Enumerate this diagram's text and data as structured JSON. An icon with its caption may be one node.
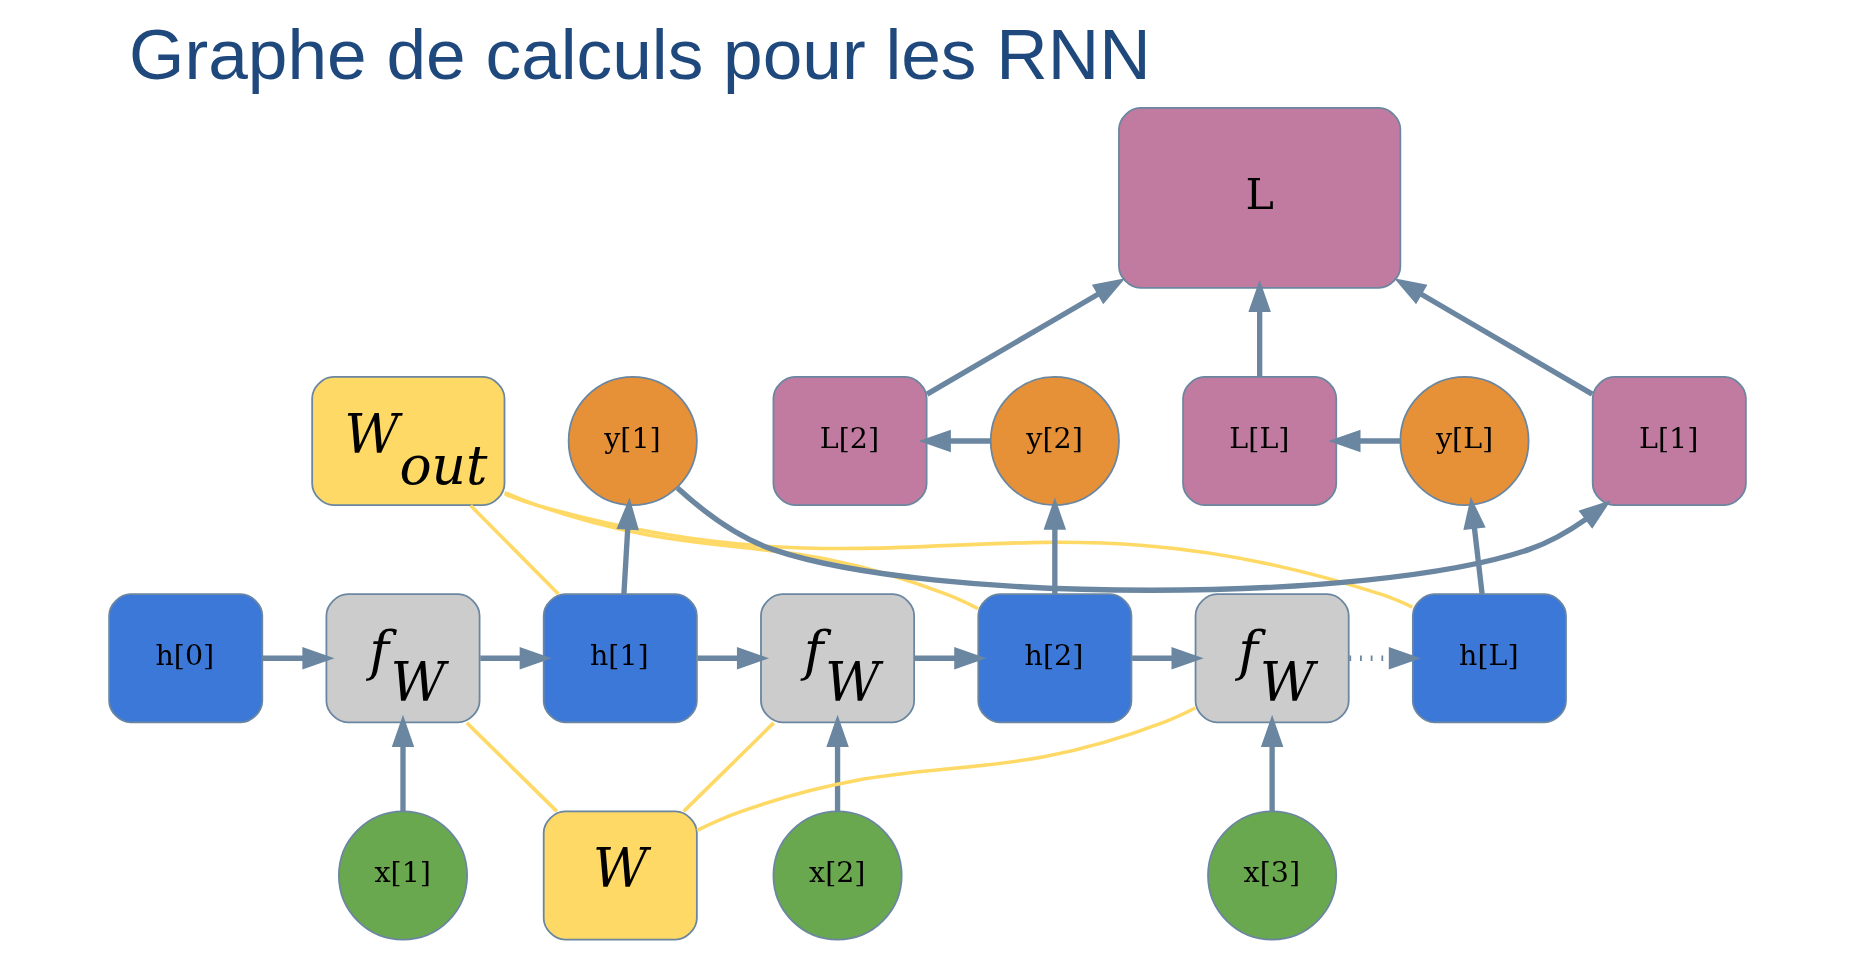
{
  "diagram": {
    "title": "Graphe de calculs pour les RNN",
    "nodes": [
      {
        "text": [
          "L"
        ]
      },
      {
        "text": [
          "W$_{out}$"
        ]
      },
      {
        "text": [
          "y[1]"
        ]
      },
      {
        "text": [
          "L[1]"
        ]
      },
      {
        "text": [
          "y[2]"
        ]
      },
      {
        "text": [
          "L[2]"
        ]
      },
      {
        "text": [
          "y[L]"
        ]
      },
      {
        "text": [
          "L[L]"
        ]
      },
      {
        "text": [
          "h[0]"
        ]
      },
      {
        "text": [
          "f$_{W}$"
        ]
      },
      {
        "text": [
          "h[1]"
        ]
      },
      {
        "text": [
          "f$_{W}$"
        ]
      },
      {
        "text": [
          "h[2]"
        ]
      },
      {
        "text": [
          "f$_{W}$"
        ]
      },
      {
        "text": [
          "h[L]"
        ]
      },
      {
        "text": [
          "x[1]"
        ]
      },
      {
        "text": [
          "x[2]"
        ]
      },
      {
        "text": [
          "x[3]"
        ]
      },
      {
        "text": [
          "W"
        ]
      }
    ],
    "edges": [
      {
        "from": 8,
        "to": 9,
        "arrow": "to"
      },
      {
        "from": 9,
        "to": 10,
        "arrow": "to"
      },
      {
        "from": 10,
        "to": 11,
        "arrow": "to"
      },
      {
        "from": 11,
        "to": 12,
        "arrow": "to"
      },
      {
        "from": 12,
        "to": 13,
        "arrow": "to"
      },
      {
        "from": 13,
        "to": 14,
        "arrow": "to",
        "style": "dashed"
      },
      {
        "from": 15,
        "to": 9,
        "arrow": "to"
      },
      {
        "from": 16,
        "to": 11,
        "arrow": "to"
      },
      {
        "from": 17,
        "to": 13,
        "arrow": "to"
      },
      {
        "from": 10,
        "to": 2,
        "arrow": "to"
      },
      {
        "from": 12,
        "to": 4,
        "arrow": "to"
      },
      {
        "from": 14,
        "to": 6,
        "arrow": "to"
      },
      {
        "from": 2,
        "to": 3,
        "arrow": "to"
      },
      {
        "from": 4,
        "to": 5,
        "arrow": "to"
      },
      {
        "from": 6,
        "to": 7,
        "arrow": "to"
      },
      {
        "from": 3,
        "to": 0,
        "arrow": "to"
      },
      {
        "from": 5,
        "to": 0,
        "arrow": "to"
      },
      {
        "from": 7,
        "to": 0,
        "arrow": "to"
      },
      {
        "from": 1,
        "to": 10,
        "arrow": "none",
        "color": "#ffd966"
      },
      {
        "from": 1,
        "to": 12,
        "arrow": "none",
        "color": "#ffd966"
      },
      {
        "from": 1,
        "to": 14,
        "arrow": "none",
        "color": "#ffd966"
      },
      {
        "from": 18,
        "to": 9,
        "arrow": "none",
        "color": "#ffd966"
      },
      {
        "from": 18,
        "to": 11,
        "arrow": "none",
        "color": "#ffd966"
      },
      {
        "from": 18,
        "to": 13,
        "arrow": "none",
        "color": "#ffd966"
      }
    ]
  }
}
